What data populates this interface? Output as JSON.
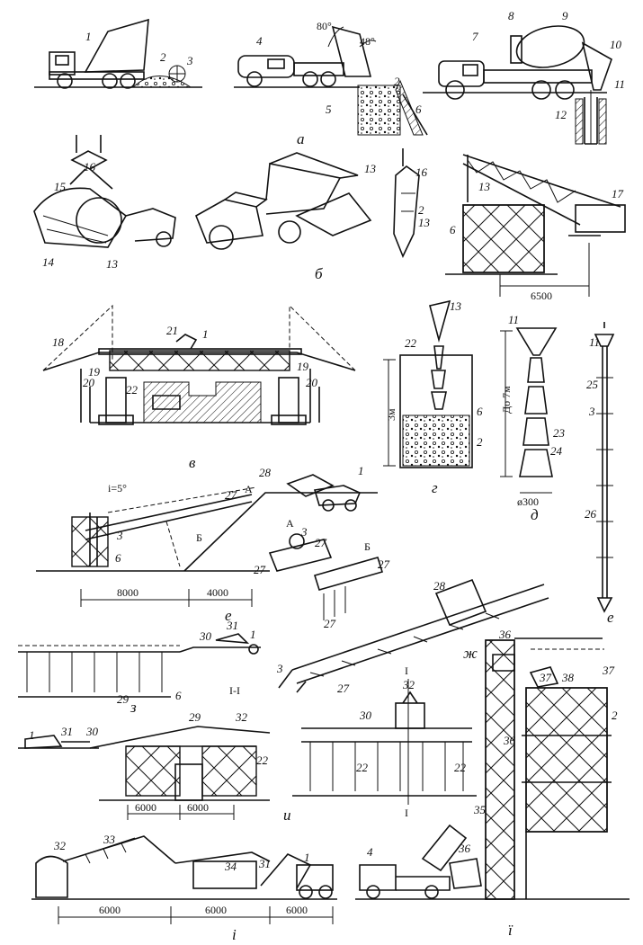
{
  "panel_letters": {
    "a": "а",
    "b": "б",
    "v": "в",
    "g": "г",
    "d": "д",
    "e": "е",
    "e2": "е",
    "zh": "ж",
    "z": "з",
    "i": "и",
    "i2": "і",
    "i3": "ї"
  },
  "numbers": {
    "n1": "1",
    "n2": "2",
    "n3": "3",
    "n4": "4",
    "n5": "5",
    "n6": "6",
    "n7": "7",
    "n8": "8",
    "n9": "9",
    "n10": "10",
    "n11": "11",
    "n12": "12",
    "n13": "13",
    "n14": "14",
    "n15": "15",
    "n16": "16",
    "n17": "17",
    "n18": "18",
    "n19": "19",
    "n20": "20",
    "n21": "21",
    "n22": "22",
    "n23": "23",
    "n24": "24",
    "n25": "25",
    "n26": "26",
    "n27": "27",
    "n28": "28",
    "n29": "29",
    "n30": "30",
    "n31": "31",
    "n32": "32",
    "n33": "33",
    "n34": "34",
    "n35": "35",
    "n36": "36",
    "n37": "37",
    "n38": "38"
  },
  "annotations": {
    "angle_80": "80°",
    "angle_48": "48°",
    "dim_6500": "6500",
    "dim_3m": "3м",
    "dim_do7m": "До 7м",
    "dim_d300": "ø300",
    "slope": "i=5°",
    "dim_8000": "8000",
    "dim_4000": "4000",
    "label_A": "A",
    "label_A2": "A",
    "label_B": "Б",
    "label_B2": "Б",
    "section_I": "I",
    "section_I2": "I",
    "section_II": "I-I",
    "dim_6000a": "6000",
    "dim_6000b": "6000",
    "dim_6000c": "6000",
    "dim_6000d": "6000",
    "dim_6000e": "6000"
  }
}
